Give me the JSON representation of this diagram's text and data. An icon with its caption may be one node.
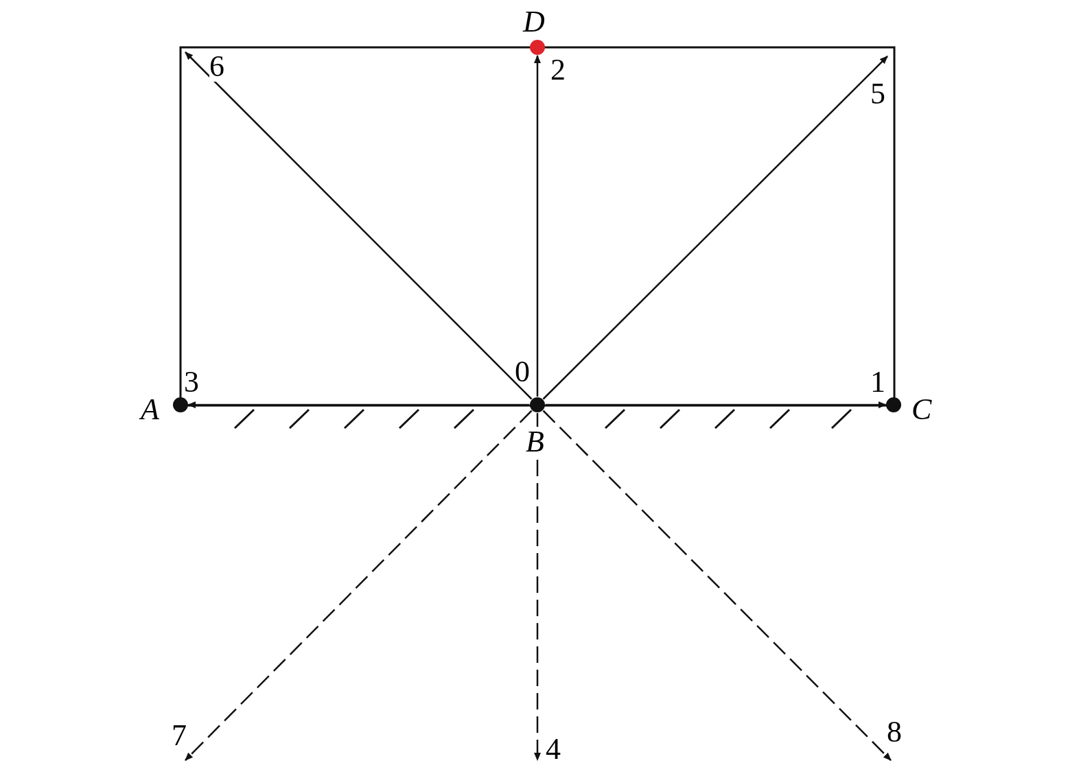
{
  "diagram": {
    "nodes": [
      {
        "text": [
          "D"
        ]
      },
      {
        "text": [
          "A"
        ]
      },
      {
        "text": [
          "B"
        ]
      },
      {
        "text": [
          "C"
        ]
      }
    ],
    "edges": [
      {
        "from": 2,
        "to": 3,
        "arrow": "to",
        "label": "1"
      },
      {
        "from": 2,
        "to": 0,
        "arrow": "to",
        "label": "2"
      },
      {
        "from": 2,
        "to": 1,
        "arrow": "to",
        "label": "3"
      },
      {
        "from": 2,
        "to": null,
        "arrow": "to",
        "label": "4",
        "style": "dashed"
      },
      {
        "from": 2,
        "to": null,
        "arrow": "to",
        "label": "5"
      },
      {
        "from": 2,
        "to": null,
        "arrow": "to",
        "label": "6"
      },
      {
        "from": 2,
        "to": null,
        "arrow": "to",
        "label": "7",
        "style": "dashed"
      },
      {
        "from": 2,
        "to": null,
        "arrow": "to",
        "label": "8",
        "style": "dashed"
      }
    ],
    "labels": [
      "0"
    ]
  }
}
